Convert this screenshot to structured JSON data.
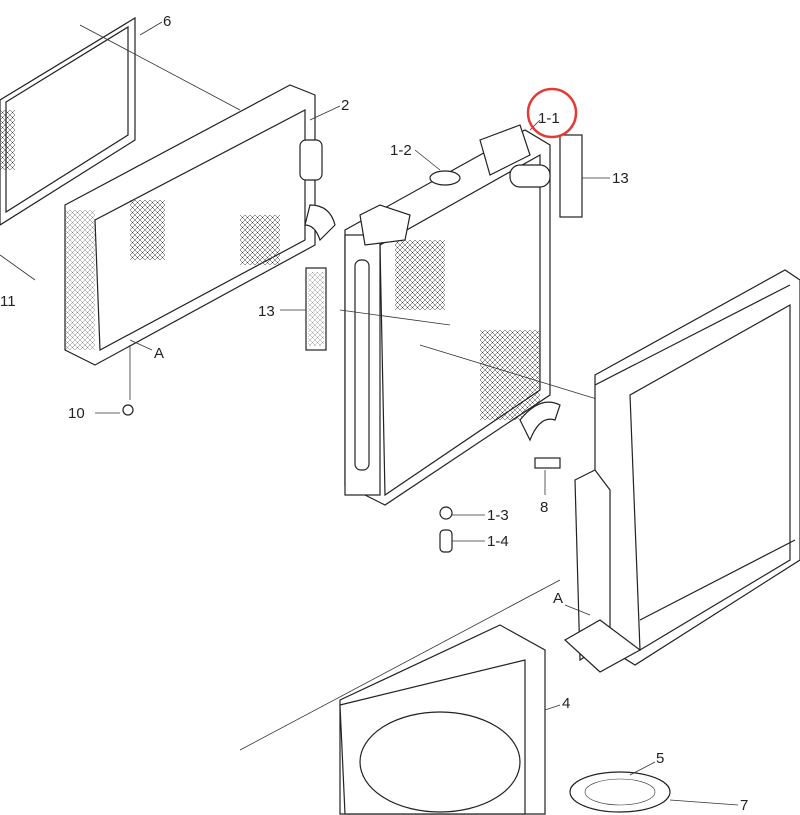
{
  "diagram": {
    "labels": {
      "l6": "6",
      "l2": "2",
      "l1_1": "1-1",
      "l1_2": "1-2",
      "l13a": "13",
      "l13b": "13",
      "l11": "11",
      "lA1": "A",
      "l10": "10",
      "l1_3": "1-3",
      "l1_4": "1-4",
      "l8": "8",
      "lA2": "A",
      "l4": "4",
      "l5": "5",
      "l7": "7"
    },
    "highlight_color": "#e53935",
    "highlighted_label": "1-1"
  }
}
